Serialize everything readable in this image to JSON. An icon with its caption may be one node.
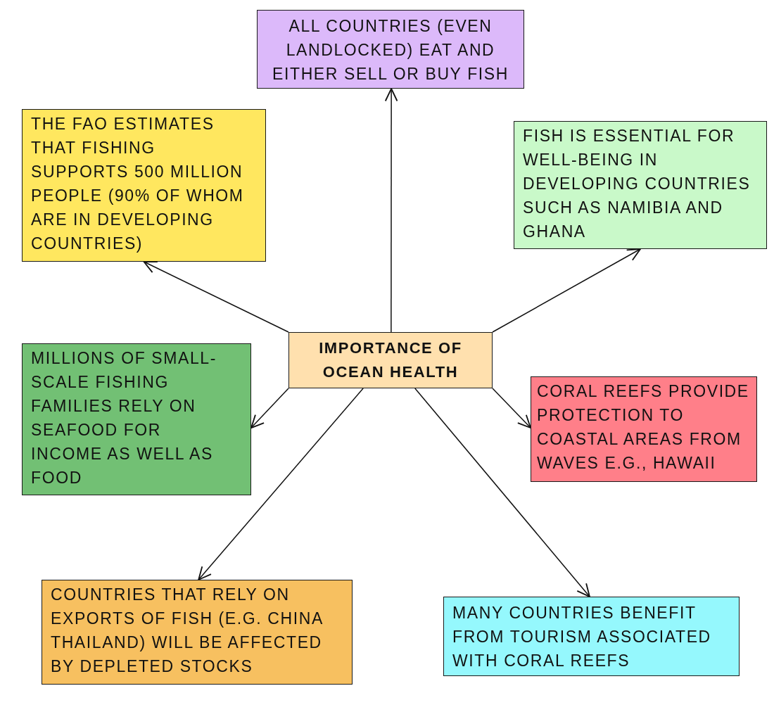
{
  "diagram": {
    "nodes": [
      {
        "text": [
          "ALL COUNTRIES (EVEN LANDLOCKED) EAT AND EITHER SELL OR BUY FISH"
        ]
      },
      {
        "text": [
          "THE FAO ESTIMATES THAT FISHING SUPPORTS 500 MILLION PEOPLE (90% OF WHOM ARE IN DEVELOPING COUNTRIES)"
        ]
      },
      {
        "text": [
          "FISH IS ESSENTIAL FOR WELL-BEING IN DEVELOPING COUNTRIES SUCH AS NAMIBIA AND GHANA"
        ]
      },
      {
        "text": [
          "IMPORTANCE OF OCEAN HEALTH"
        ]
      },
      {
        "text": [
          "MILLIONS OF SMALL-SCALE FISHING FAMILIES RELY ON SEAFOOD FOR INCOME AS WELL AS FOOD"
        ]
      },
      {
        "text": [
          "CORAL REEFS PROVIDE PROTECTION TO COASTAL AREAS FROM WAVES E.G., HAWAII"
        ]
      },
      {
        "text": [
          "COUNTRIES THAT RELY ON EXPORTS OF FISH (E.G. CHINA THAILAND) WILL BE AFFECTED BY DEPLETED STOCKS"
        ]
      },
      {
        "text": [
          "MANY COUNTRIES BENEFIT FROM TOURISM ASSOCIATED WITH CORAL REEFS"
        ]
      }
    ],
    "edges": [
      {
        "from": 3,
        "to": 0,
        "arrow": "to"
      },
      {
        "from": 3,
        "to": 1,
        "arrow": "to"
      },
      {
        "from": 3,
        "to": 2,
        "arrow": "to"
      },
      {
        "from": 3,
        "to": 4,
        "arrow": "to"
      },
      {
        "from": 3,
        "to": 5,
        "arrow": "to"
      },
      {
        "from": 3,
        "to": 6,
        "arrow": "to"
      },
      {
        "from": 3,
        "to": 7,
        "arrow": "to"
      }
    ]
  }
}
